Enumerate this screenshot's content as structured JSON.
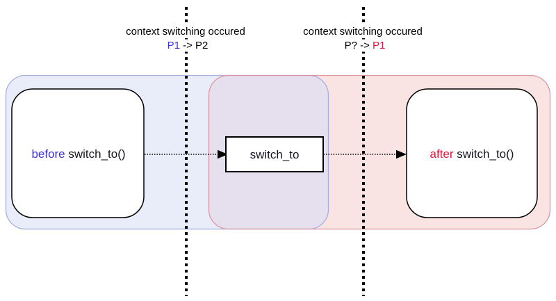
{
  "colors": {
    "blue_region_fill": "#E9EDFA",
    "blue_region_stroke": "#A6AEDC",
    "red_region_fill": "#FAE3E3",
    "red_region_stroke": "#DB96A0",
    "overlap_region_fill": "#E5DFEE",
    "process_blue": "#3D35DB",
    "process_red": "#E8143C",
    "guide_line": "#000000",
    "node_fill": "#FFFFFF",
    "node_stroke": "#000000"
  },
  "guides": {
    "left": {
      "caption": "context switching occured",
      "from": "P1",
      "arrow": " -> ",
      "to": "P2"
    },
    "right": {
      "caption": "context switching occured",
      "from": "P?",
      "arrow": " -> ",
      "to": "P1"
    }
  },
  "nodes": {
    "before": {
      "highlight": "before",
      "label": " switch_to()"
    },
    "switch": {
      "label": "switch_to"
    },
    "after": {
      "highlight": "after",
      "label": " switch_to()"
    }
  }
}
